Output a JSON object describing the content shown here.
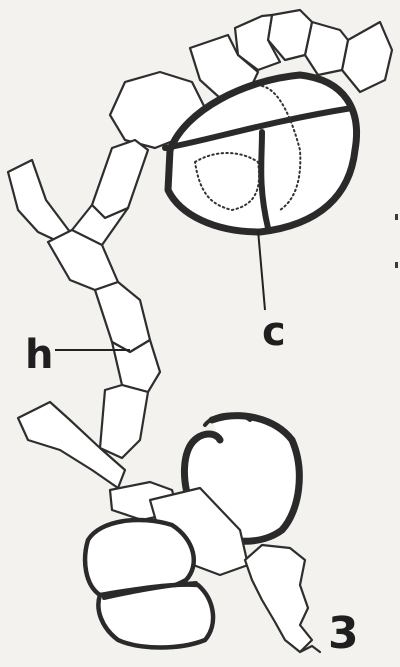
{
  "figure": {
    "labels": {
      "c": "c",
      "h": "h",
      "figure_number": "3"
    }
  },
  "colors": {
    "ink": "#2a2a2a",
    "paper": "#f4f2ee"
  }
}
